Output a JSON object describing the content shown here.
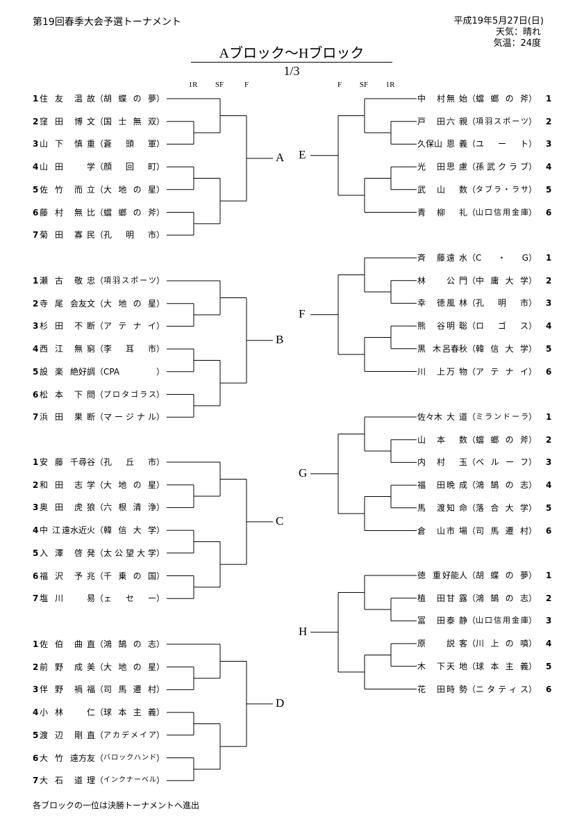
{
  "header": {
    "event_title": "第19回春季大会予選トーナメント",
    "date": "平成19年5月27日(日)",
    "weather": "天気：晴れ",
    "temperature": "気温：24度",
    "title": "Aブロック～Hブロック",
    "page": "1/3"
  },
  "round_labels_left": [
    "1R",
    "SF",
    "F"
  ],
  "round_labels_right": [
    "F",
    "SF",
    "1R"
  ],
  "left_blocks": [
    {
      "label": "A",
      "players": [
        {
          "seed": "1",
          "surname": "住友",
          "given": "温故",
          "team": "胡蝶の夢"
        },
        {
          "seed": "2",
          "surname": "窪田",
          "given": "博文",
          "team": "国士無双"
        },
        {
          "seed": "3",
          "surname": "山下",
          "given": "慎重",
          "team": "蒼頭軍"
        },
        {
          "seed": "4",
          "surname": "山田",
          "given": "学",
          "team": "顔回町"
        },
        {
          "seed": "5",
          "surname": "佐竹",
          "given": "而立",
          "team": "大地の星"
        },
        {
          "seed": "6",
          "surname": "藤村",
          "given": "無比",
          "team": "蟷螂の斧"
        },
        {
          "seed": "7",
          "surname": "菊田",
          "given": "寡民",
          "team": "孔明市"
        }
      ]
    },
    {
      "label": "B",
      "players": [
        {
          "seed": "1",
          "surname": "瀬古",
          "given": "敬忠",
          "team": "項羽スポーツ"
        },
        {
          "seed": "2",
          "surname": "寺尾",
          "given": "会友文",
          "team": "大地の星"
        },
        {
          "seed": "3",
          "surname": "杉田",
          "given": "不断",
          "team": "アテナイ"
        },
        {
          "seed": "4",
          "surname": "西江",
          "given": "無窮",
          "team": "李耳市"
        },
        {
          "seed": "5",
          "surname": "設楽",
          "given": "絶好調",
          "team": "CPA"
        },
        {
          "seed": "6",
          "surname": "松本",
          "given": "下問",
          "team": "プロタゴラス"
        },
        {
          "seed": "7",
          "surname": "浜田",
          "given": "果断",
          "team": "マージナル"
        }
      ]
    },
    {
      "label": "C",
      "players": [
        {
          "seed": "1",
          "surname": "安藤",
          "given": "千尋谷",
          "team": "孔丘市"
        },
        {
          "seed": "2",
          "surname": "和田",
          "given": "志学",
          "team": "大地の星"
        },
        {
          "seed": "3",
          "surname": "奥田",
          "given": "虎狼",
          "team": "六根清浄"
        },
        {
          "seed": "4",
          "surname": "中江",
          "given": "遠水近火",
          "team": "韓信大学"
        },
        {
          "seed": "5",
          "surname": "入澤",
          "given": "啓発",
          "team": "太公望大学"
        },
        {
          "seed": "6",
          "surname": "福沢",
          "given": "予兆",
          "team": "千乗の国"
        },
        {
          "seed": "7",
          "surname": "塩川",
          "given": "易",
          "team": "ェセー"
        }
      ]
    },
    {
      "label": "D",
      "players": [
        {
          "seed": "1",
          "surname": "佐伯",
          "given": "曲直",
          "team": "鴻鵠の志"
        },
        {
          "seed": "2",
          "surname": "前野",
          "given": "成美",
          "team": "大地の星"
        },
        {
          "seed": "3",
          "surname": "伴野",
          "given": "禍福",
          "team": "司馬遷村"
        },
        {
          "seed": "4",
          "surname": "小林",
          "given": "仁",
          "team": "球本主義"
        },
        {
          "seed": "5",
          "surname": "渡辺",
          "given": "剛直",
          "team": "アカデメイア"
        },
        {
          "seed": "6",
          "surname": "大竹",
          "given": "遠方友",
          "team": "バロックハンド"
        },
        {
          "seed": "7",
          "surname": "大石",
          "given": "道理",
          "team": "インクナーベル"
        }
      ]
    }
  ],
  "right_blocks": [
    {
      "label": "E",
      "players": [
        {
          "seed": "1",
          "surname": "中村",
          "given": "無始",
          "team": "蟷螂の斧"
        },
        {
          "seed": "2",
          "surname": "戸田",
          "given": "六親",
          "team": "項羽スポーツ"
        },
        {
          "seed": "3",
          "surname": "久保山",
          "given": "恩義",
          "team": "ユート"
        },
        {
          "seed": "4",
          "surname": "光田",
          "given": "思慮",
          "team": "孫武クラブ"
        },
        {
          "seed": "5",
          "surname": "武山",
          "given": "数",
          "team": "タブラ・ラサ"
        },
        {
          "seed": "6",
          "surname": "青柳",
          "given": "礼",
          "team": "山口信用金庫"
        }
      ]
    },
    {
      "label": "F",
      "players": [
        {
          "seed": "1",
          "surname": "斉藤",
          "given": "遠水",
          "team": "C・G"
        },
        {
          "seed": "2",
          "surname": "林",
          "given": "公門",
          "team": "中庸大学"
        },
        {
          "seed": "3",
          "surname": "幸徳",
          "given": "風林",
          "team": "孔明市"
        },
        {
          "seed": "4",
          "surname": "熊谷",
          "given": "明聡",
          "team": "ロゴス"
        },
        {
          "seed": "5",
          "surname": "黒木",
          "given": "呂春秋",
          "team": "韓信大学"
        },
        {
          "seed": "6",
          "surname": "川上",
          "given": "万物",
          "team": "アテナイ"
        }
      ]
    },
    {
      "label": "G",
      "players": [
        {
          "seed": "1",
          "surname": "佐々木",
          "given": "大道",
          "team": "ミランドーラ"
        },
        {
          "seed": "2",
          "surname": "山本",
          "given": "数",
          "team": "蟷螂の斧"
        },
        {
          "seed": "3",
          "surname": "内村",
          "given": "玉",
          "team": "ベルーフ"
        },
        {
          "seed": "4",
          "surname": "福田",
          "given": "晩成",
          "team": "鴻鵠の志"
        },
        {
          "seed": "5",
          "surname": "馬渡",
          "given": "知命",
          "team": "落合大学"
        },
        {
          "seed": "6",
          "surname": "倉山",
          "given": "市場",
          "team": "司馬遷村"
        }
      ]
    },
    {
      "label": "H",
      "players": [
        {
          "seed": "1",
          "surname": "徳重",
          "given": "好能人",
          "team": "胡蝶の夢"
        },
        {
          "seed": "2",
          "surname": "植田",
          "given": "甘露",
          "team": "鴻鵠の志"
        },
        {
          "seed": "3",
          "surname": "冨田",
          "given": "泰静",
          "team": "山口信用金庫"
        },
        {
          "seed": "4",
          "surname": "原",
          "given": "説客",
          "team": "川上の噴"
        },
        {
          "seed": "5",
          "surname": "木下",
          "given": "天地",
          "team": "球本主義"
        },
        {
          "seed": "6",
          "surname": "花田",
          "given": "時勢",
          "team": "ニタティス"
        }
      ]
    }
  ],
  "footer": "各ブロックの一位は決勝トーナメントへ進出"
}
